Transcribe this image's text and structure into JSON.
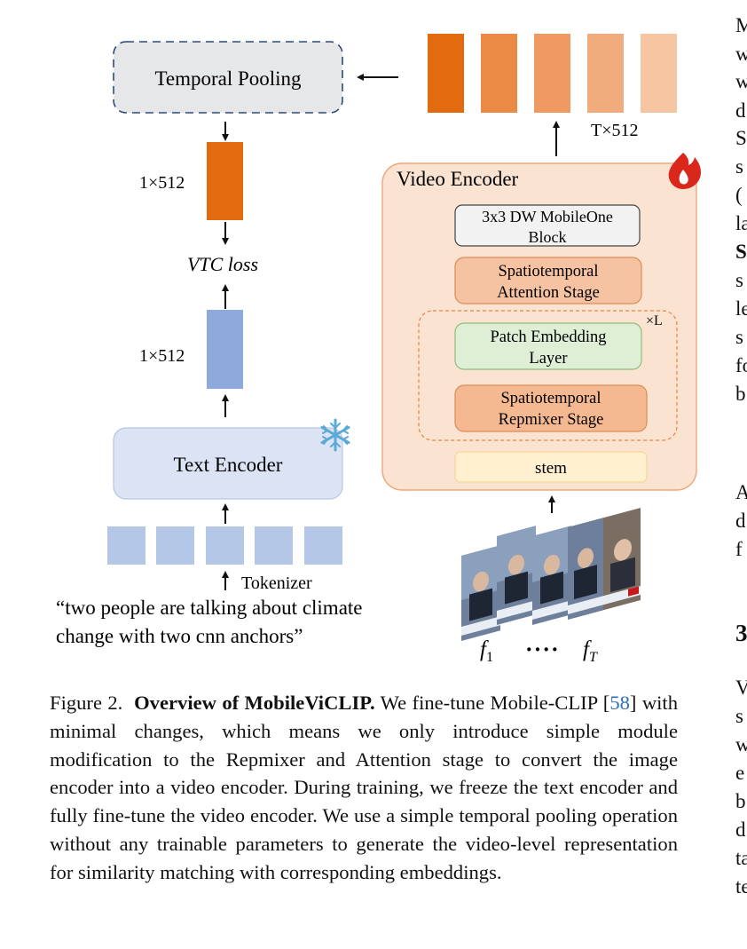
{
  "figure": {
    "temporal_pooling": "Temporal Pooling",
    "frame_feature_dim": "T×512",
    "video_emb_dim": "1×512",
    "text_emb_dim": "1×512",
    "loss": "VTC loss",
    "text_encoder": "Text Encoder",
    "tokenizer": "Tokenizer",
    "input_text_line1": "“two people are talking about climate",
    "input_text_line2": "change with two cnn anchors”",
    "video_encoder": "Video Encoder",
    "block_dw": "3x3 DW MobileOne",
    "block_dw_2": "Block",
    "block_attn": "Spatiotemporal",
    "block_attn_2": "Attention Stage",
    "repeat": "×L",
    "block_patch": "Patch Embedding",
    "block_patch_2": "Layer",
    "block_repmixer": "Spatiotemporal",
    "block_repmixer_2": "Repmixer Stage",
    "block_stem": "stem",
    "frame_first": "f",
    "frame_first_sub": "1",
    "frame_dots": "····",
    "frame_last": "f",
    "frame_last_sub": "T",
    "icons": [
      "fire-icon",
      "snowflake-icon"
    ],
    "colors": {
      "orange": "#e36b0f",
      "blue": "#8ea9db",
      "encoder_bg": "#fbe3d2",
      "pool_bg": "#e6e7e9"
    }
  },
  "caption": {
    "label": "Figure 2.",
    "title": "Overview of MobileViCLIP.",
    "text_a": " We fine-tune Mobile-CLIP [",
    "ref": "58",
    "text_b": "] with minimal changes, which means we only introduce simple module modification to the Repmixer and Attention stage to convert the image encoder into a video encoder. During training, we freeze the text encoder and fully fine-tune the video encoder. We use a simple temporal pooling operation without any trainable parameters to generate the video-level representation for similarity matching with corresponding embeddings."
  },
  "side_column": [
    "M",
    "w",
    "w",
    "d",
    "S",
    "s",
    "(",
    "la",
    "S",
    "s",
    "le",
    "s",
    "fo",
    "b",
    "",
    "A",
    "d",
    "f",
    "",
    "3",
    "V",
    "s",
    "w",
    "e",
    "b",
    "d",
    "ta",
    "te"
  ]
}
